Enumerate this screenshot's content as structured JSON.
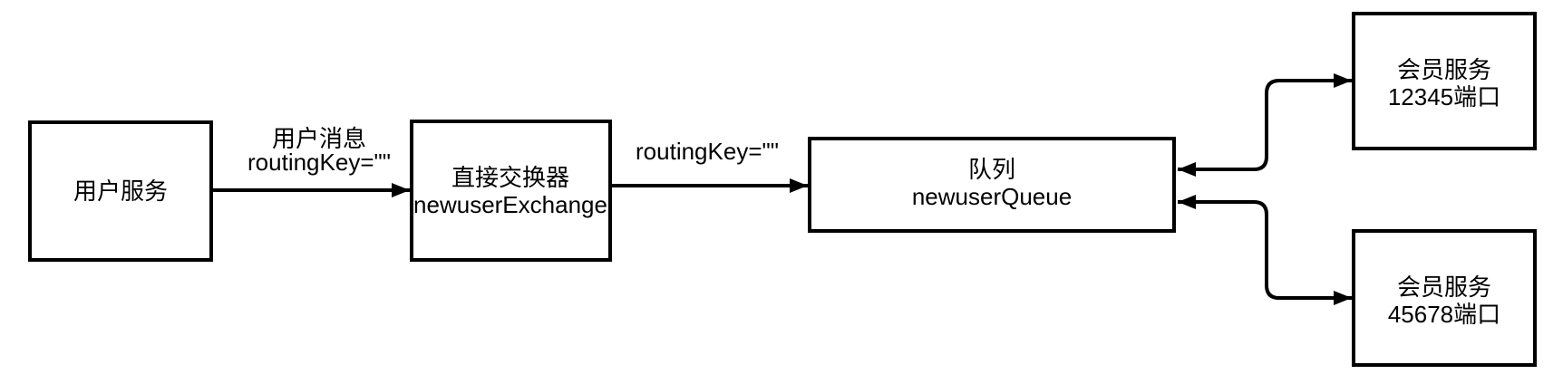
{
  "diagram": {
    "background_color": "#ffffff",
    "line_color": "#000000",
    "text_color": "#000000",
    "nodes": {
      "user_service": {
        "label": "用户服务"
      },
      "exchange": {
        "title": "直接交换器",
        "name": "newuserExchange"
      },
      "queue": {
        "title": "队列",
        "name": "newuserQueue"
      },
      "member_service_1": {
        "title": "会员服务",
        "port": "12345端口"
      },
      "member_service_2": {
        "title": "会员服务",
        "port": "45678端口"
      }
    },
    "edges": {
      "user_to_exchange": {
        "label_line1": "用户消息",
        "label_line2": "routingKey=\"\""
      },
      "exchange_to_queue": {
        "label": "routingKey=\"\""
      }
    }
  }
}
